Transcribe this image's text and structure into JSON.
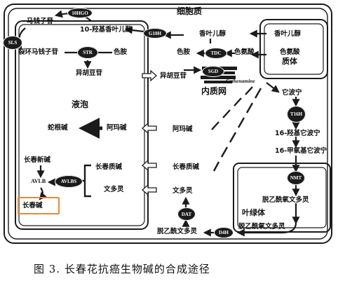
{
  "caption": "图 3. 长春花抗癌生物碱的合成途径",
  "compartments": {
    "cytoplasm": "细胞质",
    "vacuole": "液泡",
    "er": "内质网",
    "plastid": "质体",
    "chloroplast": "叶绿体"
  },
  "compounds": {
    "loganin": "马钱子苷",
    "ten_hydroxygeraniol": "10-羟基香叶儿醇",
    "secologanin": "裂环马钱子苷",
    "tryptamine": "色胺",
    "strictosidine": "异胡豆苷",
    "geraniol": "香叶儿醇",
    "tryptophan": "色氨酸",
    "geraniol_plastid": "香叶儿醇",
    "tryptophan_plastid": "色氨酸",
    "tryptamine_cyto": "色胺",
    "strictosidine_cyto": "异胡豆苷",
    "cathenamine": "Cathenamine",
    "tabersonine": "它波宁",
    "sixteen_hydroxy": "16-羟基它波宁",
    "sixteen_methoxy": "16-甲氧基它波宁",
    "deacetoxy_chloro": "脱乙酰氧文多灵",
    "deacetoxy_bottom": "脱乙酰氧文多灵",
    "deacetyl": "脱乙酰文多灵",
    "vindoline_cyto": "文多灵",
    "vindoline_vac": "文多灵",
    "catharanthine_cyto": "长春质碱",
    "catharanthine_vac": "长春质碱",
    "ajmalicine_cyto": "阿玛碱",
    "serpentine": "蛇根碱",
    "ajmalicine_vac": "阿玛碱",
    "vinblastine": "长春新碱",
    "avlb": "AVLB",
    "vincristine": "长春碱"
  },
  "enzymes": [
    "10HGO",
    "SLS",
    "G10H",
    "STR",
    "TDC",
    "SGD",
    "T16H",
    "NMT",
    "DAT",
    "D4H",
    "AVLBS"
  ],
  "colors": {
    "ink": "#1b1b1b",
    "highlight": "#e98a35",
    "background": "#ffffff"
  }
}
